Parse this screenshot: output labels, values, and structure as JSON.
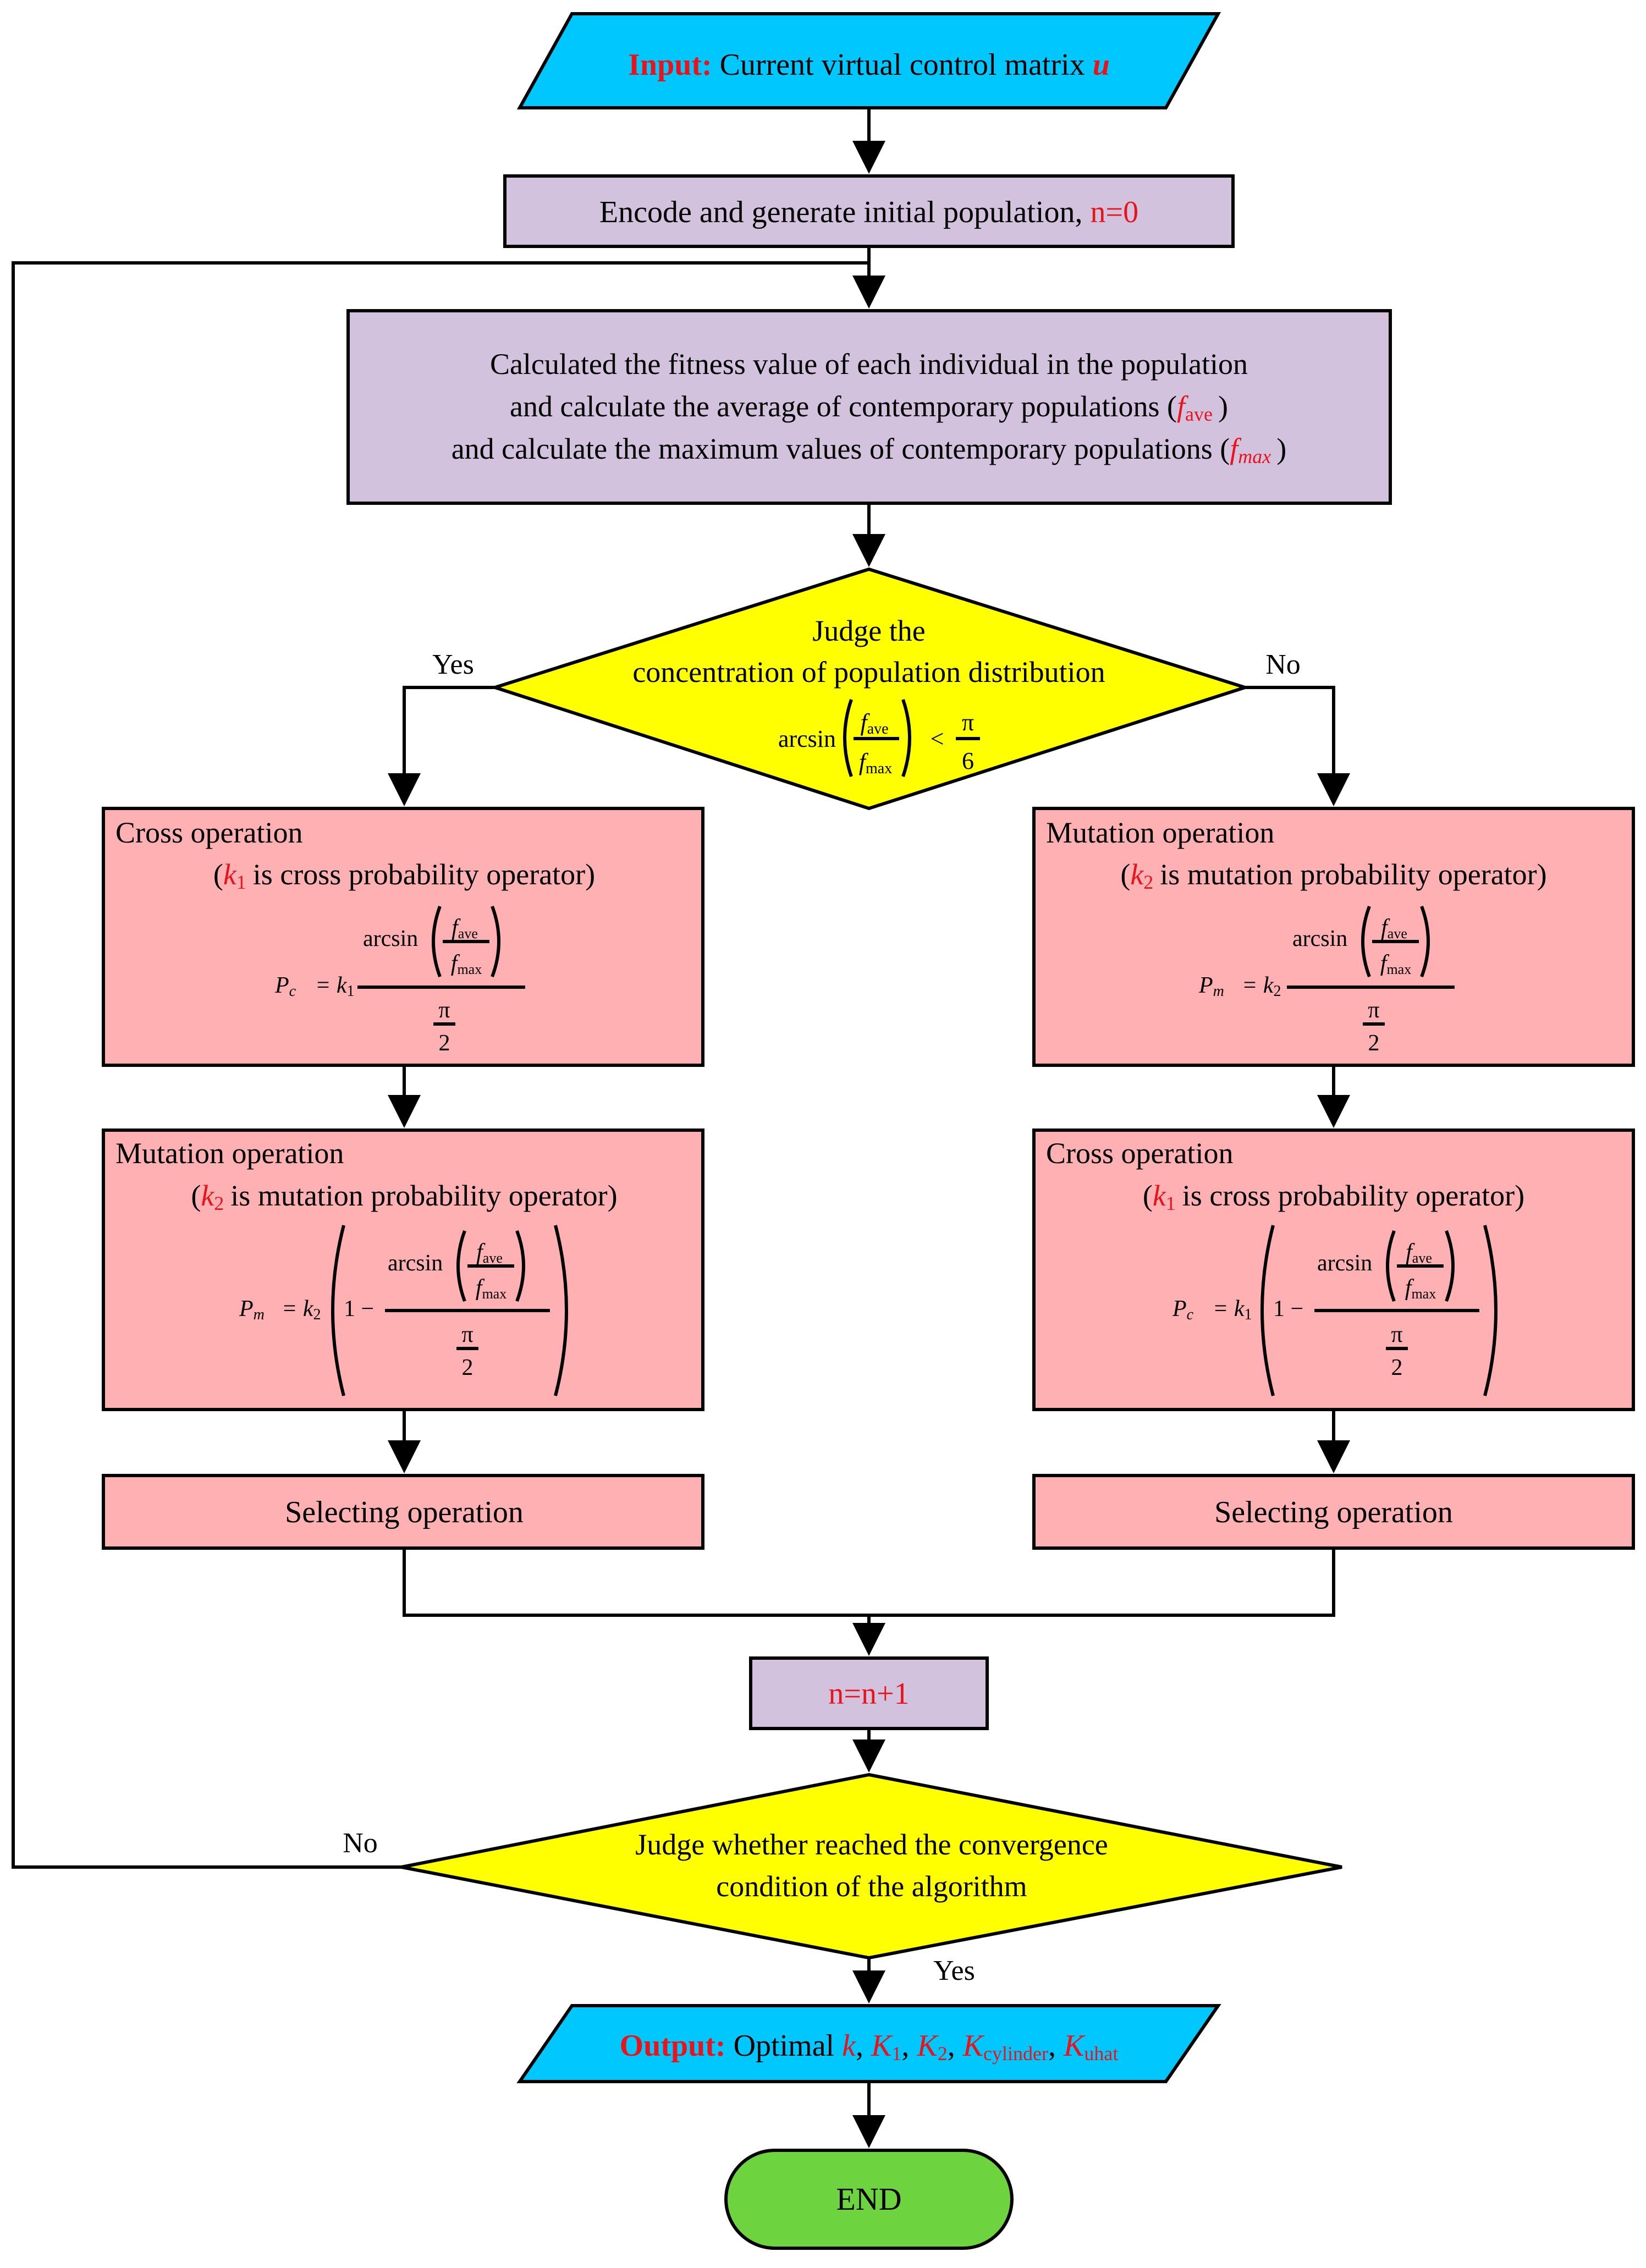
{
  "colors": {
    "io": "#00c8ff",
    "process_purple": "#d3c2dd",
    "decision_yellow": "#ffff00",
    "operation_pink": "#ffb0b2",
    "end_green": "#6dd440",
    "highlight_red": "#e8141b"
  },
  "input": {
    "label": "Input:",
    "text": "Current virtual control matrix",
    "var": "u"
  },
  "encode": {
    "text": "Encode and generate initial population,",
    "var": "n=0"
  },
  "fitness": {
    "line1": "Calculated the fitness value of each individual in the population",
    "line2": "and calculate the average of contemporary populations (",
    "line2_var": "f",
    "line2_sub": "ave",
    "line2_end": ")",
    "line3": "and calculate the maximum values of contemporary populations (",
    "line3_var": "f",
    "line3_sub": "max",
    "line3_end": ")"
  },
  "judge_concentration": {
    "line1": "Judge the",
    "line2": "concentration of population distribution",
    "formula": {
      "arcsin": "arcsin",
      "f": "f",
      "ave": "ave",
      "max": "max",
      "lt": "<",
      "pi": "π",
      "six": "6"
    },
    "yes": "Yes",
    "no": "No"
  },
  "left_cross": {
    "title": "Cross operation",
    "desc_k": "k",
    "desc_sub": "1",
    "desc_text": "is cross probability operator)",
    "paren_open": "(",
    "formula": {
      "lhs": "P",
      "lhs_sub": "c",
      "eq": "= k",
      "k_sub": "1",
      "arcsin": "arcsin",
      "f": "f",
      "ave": "ave",
      "max": "max",
      "pi": "π",
      "two": "2"
    }
  },
  "left_mutation": {
    "title": "Mutation operation",
    "desc_k": "k",
    "desc_sub": "2",
    "desc_text": "is mutation probability operator)",
    "paren_open": "(",
    "formula": {
      "lhs": "P",
      "lhs_sub": "m",
      "eq": "= k",
      "k_sub": "2",
      "one_minus": "1 −",
      "arcsin": "arcsin",
      "f": "f",
      "ave": "ave",
      "max": "max",
      "pi": "π",
      "two": "2"
    }
  },
  "right_mutation": {
    "title": "Mutation operation",
    "desc_k": "k",
    "desc_sub": "2",
    "desc_text": "is mutation probability operator)",
    "paren_open": "(",
    "formula": {
      "lhs": "P",
      "lhs_sub": "m",
      "eq": "= k",
      "k_sub": "2",
      "arcsin": "arcsin",
      "f": "f",
      "ave": "ave",
      "max": "max",
      "pi": "π",
      "two": "2"
    }
  },
  "right_cross": {
    "title": "Cross operation",
    "desc_k": "k",
    "desc_sub": "1",
    "desc_text": "is cross probability operator)",
    "paren_open": "(",
    "formula": {
      "lhs": "P",
      "lhs_sub": "c",
      "eq": "= k",
      "k_sub": "1",
      "one_minus": "1 −",
      "arcsin": "arcsin",
      "f": "f",
      "ave": "ave",
      "max": "max",
      "pi": "π",
      "two": "2"
    }
  },
  "select_left": {
    "text": "Selecting operation"
  },
  "select_right": {
    "text": "Selecting operation"
  },
  "increment": {
    "text": "n=n+1"
  },
  "judge_convergence": {
    "line1": "Judge whether reached the convergence",
    "line2": "condition of the algorithm",
    "no": "No",
    "yes": "Yes"
  },
  "output": {
    "label": "Output:",
    "text": "Optimal",
    "k": "k",
    "comma": ",",
    "K": "K",
    "s1": "1",
    "s2": "2",
    "s_cyl": "cylinder",
    "s_uhat": "uhat"
  },
  "end": {
    "text": "END"
  }
}
